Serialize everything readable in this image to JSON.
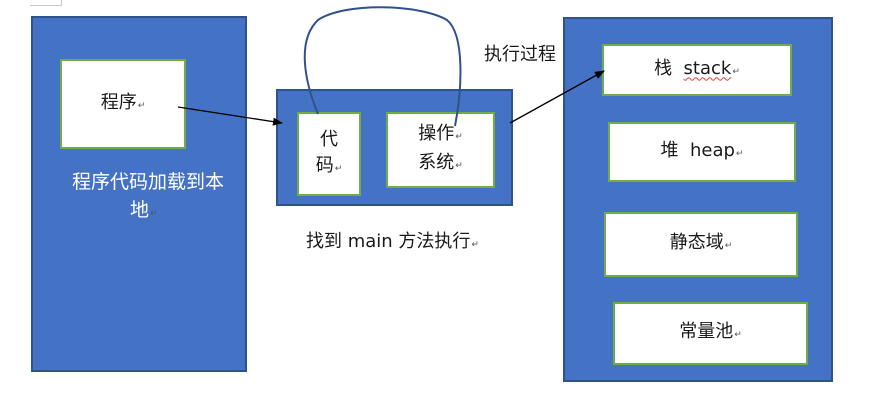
{
  "colors": {
    "box_fill": "#4472c4",
    "box_border": "#2f528f",
    "inner_border": "#70ad47",
    "arrow": "#000000",
    "loop": "#2f528f"
  },
  "para_mark": "↵",
  "left": {
    "program": "程序",
    "caption_line1": "程序代码加载到本",
    "caption_line2": "地"
  },
  "middle": {
    "code_line1": "代",
    "code_line2": "码",
    "os_line1": "操作",
    "os_line2": "系统",
    "caption": "找到 main 方法执行"
  },
  "label_exec": "执行过程",
  "right": {
    "stack_zh": "栈",
    "stack_en": "stack",
    "heap_zh": "堆",
    "heap_en": "heap",
    "static": "静态域",
    "constant": "常量池"
  }
}
